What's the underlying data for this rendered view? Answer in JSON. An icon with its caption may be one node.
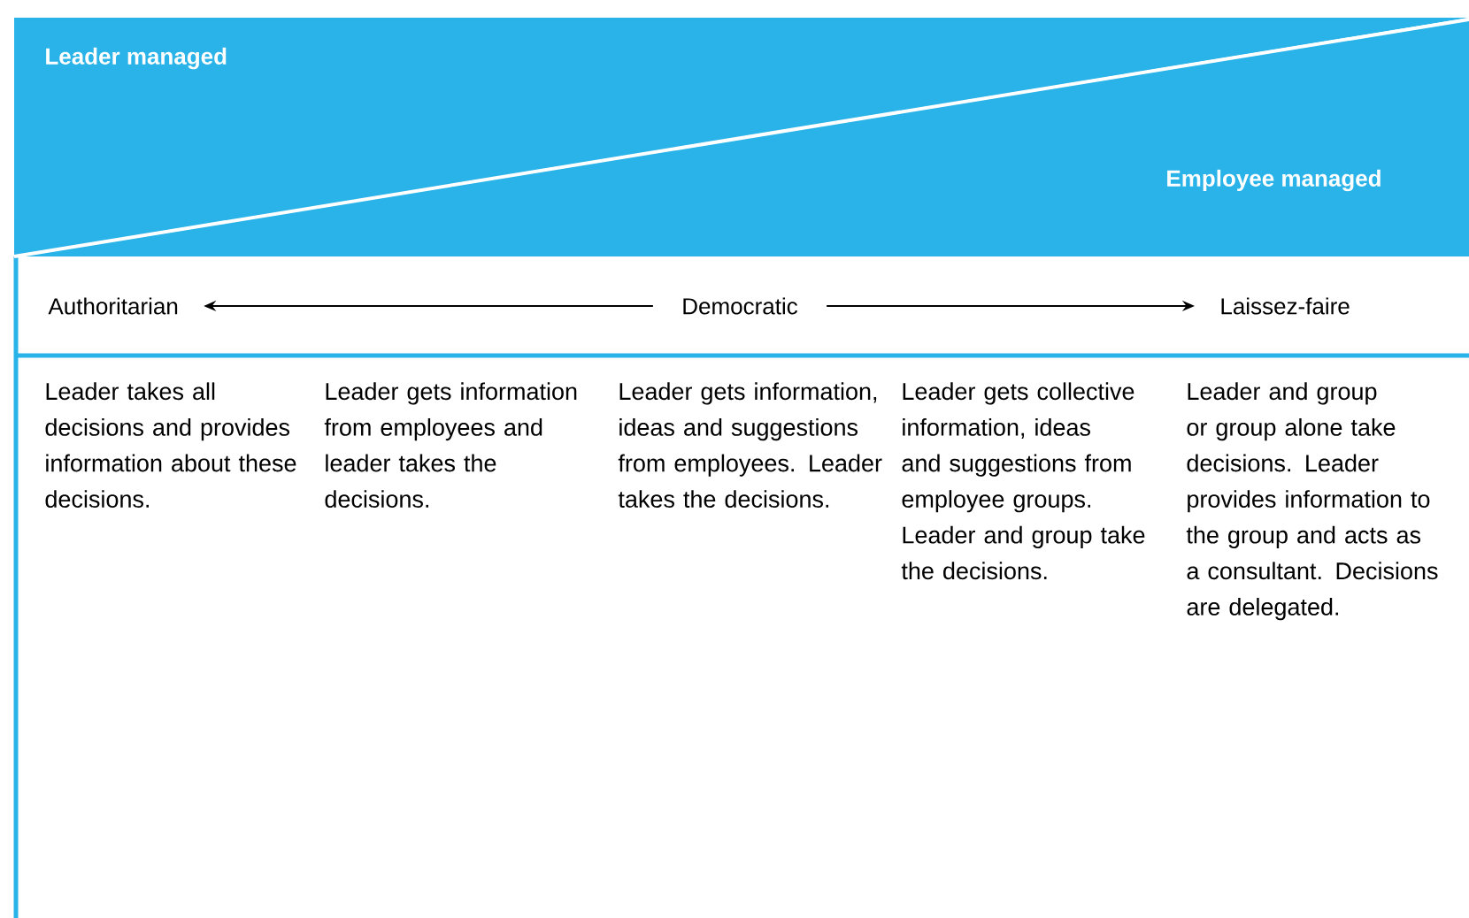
{
  "diagram": {
    "nodes": [
      {
        "text": [
          "Leader managed"
        ]
      },
      {
        "text": [
          "Employee managed"
        ]
      },
      {
        "text": [
          "Authoritarian"
        ]
      },
      {
        "text": [
          "Democratic"
        ]
      },
      {
        "text": [
          "Laissez-faire"
        ]
      }
    ],
    "edges": [
      {
        "from": 3,
        "to": 2,
        "arrow": "to"
      },
      {
        "from": 3,
        "to": 4,
        "arrow": "to"
      }
    ],
    "labels": [
      "Leader takes all decisions and provides information about these decisions.",
      "Leader gets information from employees and leader takes the decisions.",
      "Leader gets information, ideas and suggestions from employees. Leader takes the decisions.",
      "Leader gets collective information, ideas and suggestions from employee groups. Leader and group take the decisions.",
      "Leader and group or group alone take decisions. Leader provides information to the group and acts as a consultant. Decisions are delegated."
    ]
  }
}
